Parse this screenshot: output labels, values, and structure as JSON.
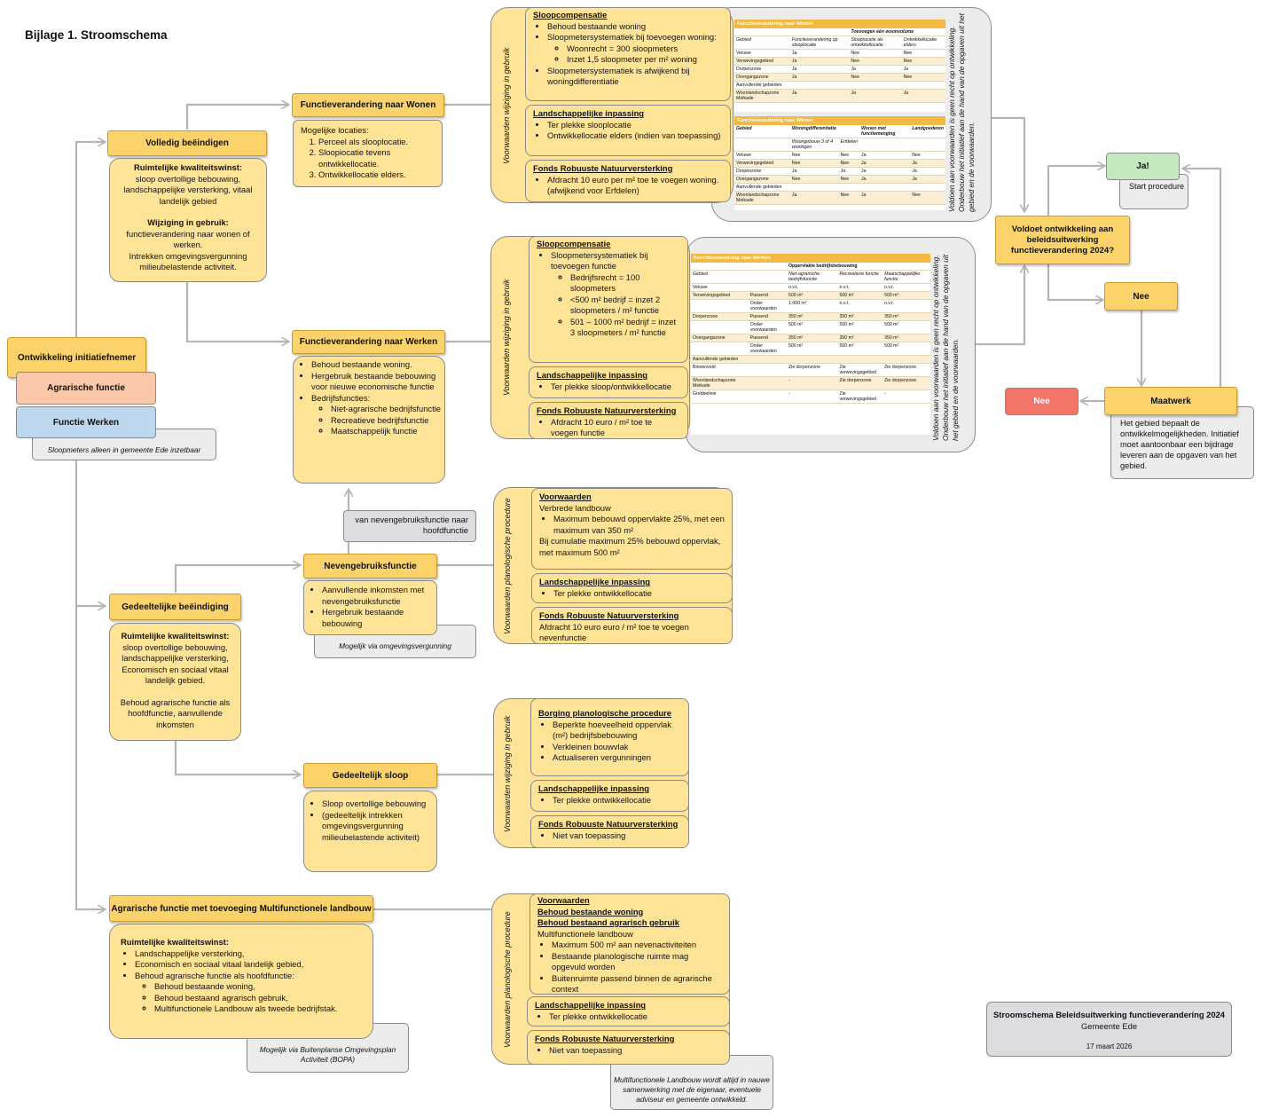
{
  "title": "Bijlage 1. Stroomschema",
  "start": {
    "initiatiefnemer": "Ontwikkeling initiatiefnemer",
    "agrarisch": "Agrarische functie",
    "werken": "Functie Werken",
    "note": "Sloopmeters alleen in gemeente Ede inzetbaar"
  },
  "volledig": {
    "header": "Volledig beëindigen",
    "k_title": "Ruimtelijke kwaliteitswinst:",
    "k_text": "sloop overtollige bebouwing, landschappelijke versterking, vitaal landelijk gebied",
    "w_title": "Wijziging in gebruik:",
    "w_text1": "functieverandering naar wonen of werken.",
    "w_text2": "Intrekken omgevingsvergunning milieubelastende activiteit."
  },
  "wonen": {
    "header": "Functieverandering naar Wonen",
    "intro": "Mogelijke locaties:",
    "items": [
      "Perceel als slooplocatie.",
      "Sloopiocatie tevens ontwikkellocatie.",
      "Ontwikkellocatie elders."
    ]
  },
  "werkenbox": {
    "header": "Functieverandering  naar Werken",
    "items": [
      "Behoud bestaande woning.",
      "Hergebruik bestaande bebouwing voor nieuwe economische functie",
      "Bedrijfsfuncties:"
    ],
    "subitems": [
      "Niet-agrarische bedrijfsfunctie",
      "Recreatieve bedrijfsfunctie",
      "Maatschappelijk functie"
    ]
  },
  "nevennote": "van nevengebruiksfunctie naar hoofdfunctie",
  "neven": {
    "header": "Nevengebruiksfunctie",
    "items": [
      "Aanvullende inkomsten met nevengebruiksfunctie",
      "Hergebruik bestaande bebouwing"
    ],
    "note": "Mogelijk via omgevingsvergunning"
  },
  "gedeeltelijk": {
    "header": "Gedeeltelijke beëindiging",
    "k_title": "Ruimtelijke kwaliteitswinst:",
    "k_text": "sloop overtollige bebouwing, landschappelijke versterking, Economisch en sociaal vitaal landelijk gebied.",
    "text2": "Behoud agrarische functie als hoofdfunctie, aanvullende inkomsten"
  },
  "sloop": {
    "header": "Gedeeltelijk sloop",
    "items": [
      "Sloop overtollige bebouwing",
      "(gedeeltelijk intrekken omgevingsvergunning milieubelastende activiteit)"
    ]
  },
  "multi": {
    "header": "Agrarische functie met toevoeging Multifunctionele landbouw",
    "k_title": "Ruimtelijke kwaliteitswinst:",
    "items": [
      "Landschappelijke versterking,",
      "Economisch en sociaal vitaal landelijk gebied,",
      "Behoud agrarische functie als hoofdfunctie:"
    ],
    "subitems": [
      "Behoud bestaande woning,",
      "Behoud bestaand agrarisch gebruik,",
      "Multifunctionele Landbouw als tweede bedrijfstak."
    ],
    "note": "Mogelijk via Buitenplanse Omgevingsplan Activiteit (BOPA)"
  },
  "g1": {
    "label": "Voorwaarden wijziging in gebruik",
    "s1_title": "Sloopcompensatie",
    "s1_items": [
      "Behoud bestaande woning",
      "Sloopmetersystematiek bij toevoegen woning:"
    ],
    "s1_sub": [
      "Woonrecht = 300 sloopmeters",
      "Inzet 1,5 sloopmeter per m² woning"
    ],
    "s1_last": "Sloopmetersystematiek is afwijkend bij woningdifferentiatie",
    "s2_title": "Landschappelijke inpassing",
    "s2_items": [
      "Ter plekke slooplocatie",
      "Ontwikkellocatie elders (indien van toepassing)"
    ],
    "s3_title": "Fonds Robuuste Natuurversterking",
    "s3_items": [
      "Afdracht 10 euro per m² toe te voegen woning. (afwijkend voor Erfdelen)"
    ]
  },
  "g2": {
    "label": "Voorwaarden wijziging in gebruik",
    "s1_title": "Sloopcompensatie",
    "s1_items": [
      "Sloopmetersystematiek bij toevoegen functie"
    ],
    "s1_sub": [
      "Bedrijfsrecht = 100 sloopmeters",
      "<500 m² bedrijf = inzet 2 sloopmeters / m² functie",
      "501 – 1000 m² bedrijf = inzet 3 sloopmeters / m² functie"
    ],
    "s2_title": "Landschappelijke inpassing",
    "s2_items": [
      "Ter plekke sloop/ontwikkellocatie"
    ],
    "s3_title": "Fonds Robuuste Natuurversterking",
    "s3_items": [
      "Afdracht 10 euro / m² toe te voegen functie"
    ]
  },
  "g3": {
    "label": "Voorwaarden planologische procedure",
    "s1_title": "Voorwaarden",
    "s1_line1": "Verbrede landbouw",
    "s1_items": [
      "Maximum bebouwd oppervlakte 25%, met een maximum van 350 m²"
    ],
    "s1_line2": "Bij cumulatie maximum 25% bebouwd oppervlak, met maximum 500 m²",
    "s2_title": "Landschappelijke inpassing",
    "s2_items": [
      "Ter plekke ontwikkellocatie"
    ],
    "s3_title": "Fonds Robuuste Natuurversterking",
    "s3_text": "Afdracht 10 euro euro / m² toe te voegen nevenfunctie"
  },
  "g4": {
    "label": "Voorwaarden wijziging in gebruik",
    "s1_title": "Borging planologische procedure",
    "s1_items": [
      "Beperkte hoeveelheid oppervlak (m²) bedrijfsbebouwing",
      "Verkleinen bouwvlak",
      "Actualiseren vergunningen"
    ],
    "s2_title": "Landschappelijke inpassing",
    "s2_items": [
      "Ter plekke ontwikkellocatie"
    ],
    "s3_title": "Fonds Robuuste Natuurversterking",
    "s3_items": [
      "Niet van toepassing"
    ]
  },
  "g5": {
    "label": "Voorwaarden planologische procedure",
    "s1_title": "Voorwaarden",
    "s1_t2": "Behoud bestaande woning",
    "s1_t3": "Behoud bestaand agrarisch gebruik",
    "s1_line": "Multifunctionele landbouw",
    "s1_items": [
      "Maximum 500 m² aan nevenactiviteiten",
      "Bestaande planologische ruimte mag opgevuld worden",
      "Buitenruimte passend binnen de agrarische context"
    ],
    "s2_title": "Landschappelijke inpassing",
    "s2_items": [
      "Ter plekke ontwikkellocatie"
    ],
    "s3_title": "Fonds Robuuste Natuurversterking",
    "s3_items": [
      "Niet van toepassing"
    ],
    "note": "Multifunctionele Landbouw wordt altijd in nauwe samenwerking met de eigenaar, eventuele adviseur en gemeente ontwikkeld."
  },
  "table1": {
    "note": "Voldoen aan voorwaarden is geen recht op ontwikkeling. Onderbouw het initiatief aan de hand van de opgaven uit het gebied en de voorwaarden.",
    "t1_title": "Functieverandering naar Wonen",
    "t1_group": "Toevoegen één woonvolume",
    "t1_head": [
      "Gebied",
      "Functieverandering op slooplocatie",
      "Sloopiocatie als ontwikkellocatie",
      "Ontwikkellocatie elders"
    ],
    "t1_rows": [
      [
        "Veluwe",
        "Ja",
        "Nee",
        "Nee"
      ],
      [
        "Verwevingsgebied",
        "Ja",
        "Nee",
        "Nee"
      ],
      [
        "Dorpenzone",
        "Ja",
        "Ja",
        "Ja"
      ],
      [
        "Overgangszone",
        "Ja",
        "Nee",
        "Nee"
      ],
      [
        "Aanvullende gebieden",
        "",
        "",
        ""
      ],
      [
        "Woonlandschapzone Meikade",
        "Ja",
        "Ja",
        "Ja"
      ]
    ],
    "t2_title": "Functieverandering naar Wonen",
    "t2_head": [
      "Gebied",
      "Woningdifferentiatie",
      "",
      "Wonen met functiemenging",
      "Landgoederen"
    ],
    "t2_head2": [
      "",
      "Woongebouw 3 of 4 woningen",
      "Erfdelen",
      "",
      ""
    ],
    "t2_rows": [
      [
        "Veluwe",
        "Nee",
        "Nee",
        "Ja",
        "Nee"
      ],
      [
        "Verwevingsgebied",
        "Nee",
        "Nee",
        "Ja",
        "Ja"
      ],
      [
        "Dorpenzone",
        "Ja",
        "Ja",
        "Ja",
        "Ja"
      ],
      [
        "Overgangszone",
        "Nee",
        "Nee",
        "Ja",
        "Ja"
      ],
      [
        "Aanvullende gebieden",
        "",
        "",
        "",
        ""
      ],
      [
        "Woonlandschapzone Meikade",
        "Ja",
        "Nee",
        "Ja",
        "Nee"
      ]
    ]
  },
  "table2": {
    "note": "Voldoen aan voorwaarden is geen recht op ontwikkeling. Onderbouw het initiatief aan de hand van de opgaven uit het gebied en de voorwaarden.",
    "title": "Functieverandering naar Werken",
    "group": "Oppervlakte bedrijfsbebouwing",
    "head": [
      "Gebied",
      "",
      "Niet-agrarische bedrijfsfunctie",
      "Recreatieve functie",
      "Maatschappelijke functie"
    ],
    "rows": [
      [
        "Veluwe",
        "",
        "n.v.t.",
        "n.v.t.",
        "n.v.t."
      ],
      [
        "Verwevingsgebied",
        "Passend",
        "500 m²",
        "500 m²",
        "500 m²"
      ],
      [
        "",
        "Onder voorwaarden",
        "1.000 m²",
        "n.v.t.",
        "n.v.t."
      ],
      [
        "Dorpenzone",
        "Passend",
        "350 m²",
        "350 m²",
        "350 m²"
      ],
      [
        "",
        "Onder voorwaarden",
        "500 m²",
        "500 m²",
        "500 m²"
      ],
      [
        "Overgangszone",
        "Passend",
        "350 m²",
        "350 m²",
        "350 m²"
      ],
      [
        "",
        "Onder voorwaarden",
        "500 m²",
        "500 m²",
        "500 m²"
      ],
      [
        "Aanvullende gebieden",
        "",
        "",
        "",
        ""
      ],
      [
        "Binnenveld",
        "",
        "Zie dorpenzone",
        "Zie verwevingsgebied",
        "Zie dorpenzone"
      ],
      [
        "Woonlandschapzone Meikade",
        "",
        "-",
        "Zie dorpenzone",
        "Zie dorpenzone"
      ],
      [
        "Grebbelinie",
        "",
        "-",
        "Zie verwevingsgebied",
        "-"
      ]
    ]
  },
  "decision": {
    "question": "Voldoet ontwikkeling aan beleidsuitwerking functieverandering 2024?",
    "ja": "Ja!",
    "start": "Start procedure",
    "nee1": "Nee",
    "maatwerk": "Maatwerk",
    "nee2": "Nee",
    "maatwerk_text": "Het gebied bepaalt de ontwikkelmogelijkheden. Initiatief moet aantoonbaar een bijdrage leveren aan de opgaven van het gebied."
  },
  "footer": {
    "title": "Stroomschema Beleidsuitwerking functieverandering 2024",
    "org": "Gemeente Ede",
    "date": "17 maart 2026"
  },
  "colors": {
    "header": "#fcd36a",
    "body": "#ffe498",
    "peach": "#f8c8a8",
    "blue": "#bdd7ee",
    "green": "#c6e8c0",
    "red": "#f2756a",
    "grey": "#ececec",
    "line": "#b5b5b5"
  }
}
